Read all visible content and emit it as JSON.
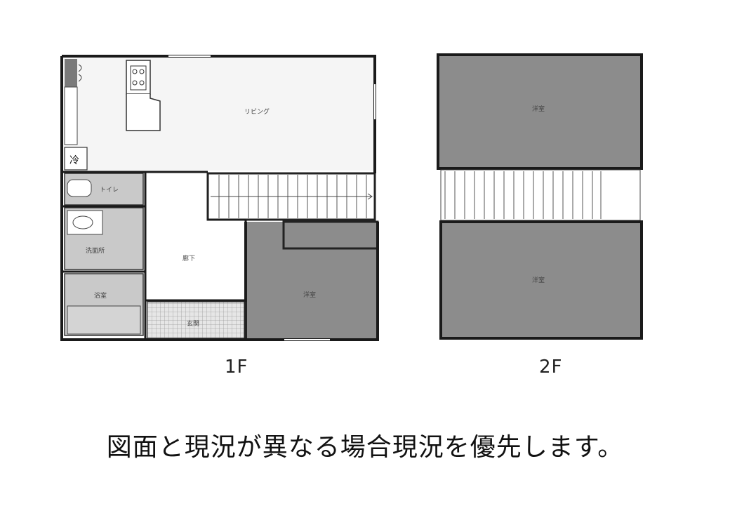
{
  "floor1": {
    "label": "1F",
    "rooms": {
      "living": "リビング",
      "toilet": "トイレ",
      "washroom": "洗面所",
      "bath": "浴室",
      "hallway": "廊下",
      "entrance": "玄関",
      "western_room": "洋室"
    },
    "fridge_mark": "冷"
  },
  "floor2": {
    "label": "2F",
    "rooms": {
      "western_room_upper": "洋室",
      "western_room_lower": "洋室"
    }
  },
  "notice": "図面と現況が異なる場合現況を優先します。",
  "colors": {
    "wall": "#1a1a1a",
    "room_gray": "#8c8c8c",
    "floor_white": "#f4f4f4",
    "entrance_tile": "#d8d8d8"
  }
}
